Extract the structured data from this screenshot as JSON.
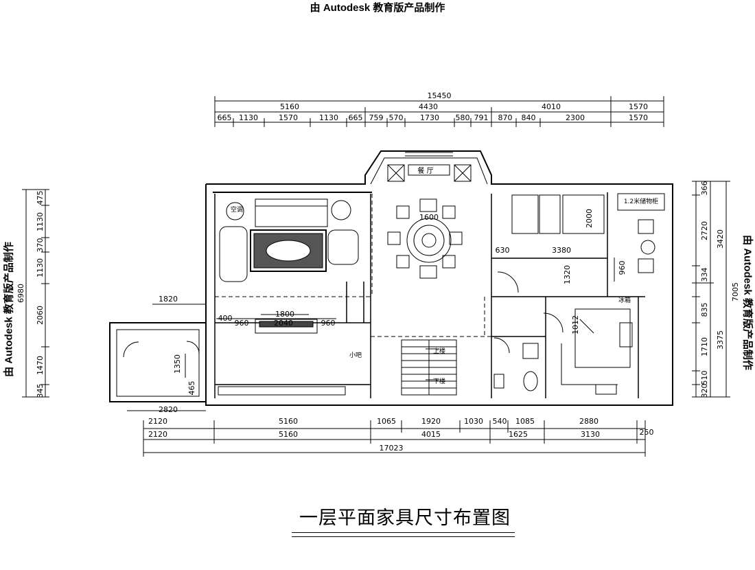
{
  "watermark": {
    "top": "由 Autodesk 教育版产品制作",
    "left": "由 Autodesk 教育版产品制作",
    "right": "由 Autodesk 教育版产品制作"
  },
  "drawing_title": "一层平面家具尺寸布置图",
  "dimensions": {
    "top_total": "15450",
    "top_mid": [
      "5160",
      "4430",
      "4010",
      "1570"
    ],
    "top_detail": [
      "665",
      "1130",
      "1570",
      "1130",
      "665",
      "759",
      "570",
      "1730",
      "580",
      "791",
      "870",
      "840",
      "2300",
      "1570"
    ],
    "bottom_row1": [
      "2120",
      "5160",
      "1065",
      "1920",
      "1030",
      "540",
      "1085",
      "2880"
    ],
    "bottom_row2": [
      "2120",
      "5160",
      "4015",
      "1625",
      "3130",
      "250"
    ],
    "bottom_total": "17023",
    "left_detail": [
      "475",
      "1130",
      "370",
      "1130",
      "2060",
      "1470",
      "345"
    ],
    "left_total": "6980",
    "right_detail": [
      "366",
      "2720",
      "334",
      "835",
      "1710",
      "510",
      "320"
    ],
    "right_mid": [
      "3420",
      "3375"
    ],
    "right_total": "7005",
    "inner": {
      "d1820": "1820",
      "d1800": "1800",
      "d400": "400",
      "d960a": "960",
      "d2040": "2040",
      "d960b": "960",
      "d1350": "1350",
      "d465": "465",
      "d2820": "2820",
      "d1600": "1600",
      "d630": "630",
      "d3380": "3380",
      "d1320": "1320",
      "d960c": "960",
      "d2000": "2000",
      "d1012": "1012"
    }
  },
  "labels": {
    "kitchen_sign": "餐 厅",
    "coat_cabinet": "1.2米储物柜",
    "living_stair": "上楼",
    "down_stair": "下楼",
    "small_bar": "小吧",
    "fridge": "冰箱",
    "ac": "空调"
  }
}
